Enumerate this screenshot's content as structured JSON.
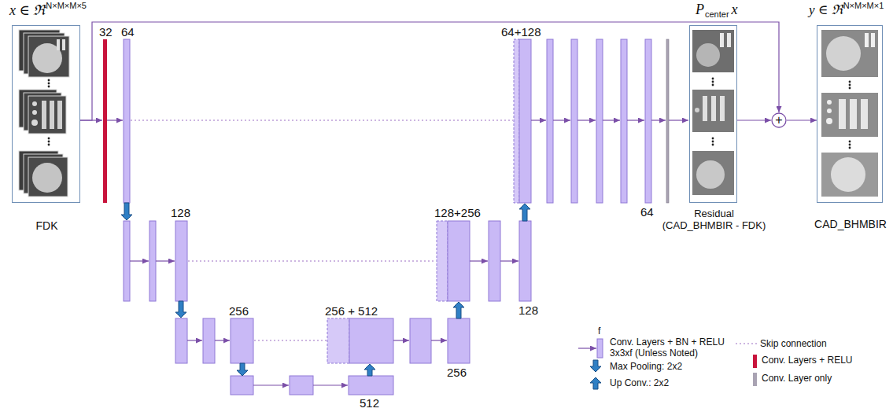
{
  "diagram": {
    "nodes": [
      {
        "text": [
          "FDK"
        ]
      },
      {
        "text": [
          "Residual (CAD_BHMBIR - FDK)"
        ]
      },
      {
        "text": [
          "+"
        ]
      },
      {
        "text": [
          "CAD_BHMBIR"
        ]
      }
    ],
    "edges": [
      {
        "from": 0,
        "to": 2,
        "arrow": "to"
      },
      {
        "from": 1,
        "to": 2,
        "arrow": "to"
      },
      {
        "from": 2,
        "to": 3,
        "arrow": "to"
      }
    ],
    "labels": [
      "x ∈ ℜ",
      "N×M×M×5",
      "32",
      "64",
      "64+128",
      "P",
      "center",
      "x",
      "y ∈ ℜ",
      "N×M×M×1",
      "128",
      "128+256",
      "64",
      "256",
      "256 + 512",
      "f",
      "128",
      "256",
      "512"
    ],
    "legend": [
      {
        "text": "Conv. Layers + BN + RELU 3x3xf (Unless Noted)"
      },
      {
        "text": "Max Pooling: 2x2"
      },
      {
        "text": "Up Conv.: 2x2"
      },
      {
        "text": "Skip connection"
      },
      {
        "text": "Conv. Layers + RELU",
        "color": "#c8143c"
      },
      {
        "text": "Conv. Layer only",
        "color": "#a9a3b3"
      }
    ]
  }
}
